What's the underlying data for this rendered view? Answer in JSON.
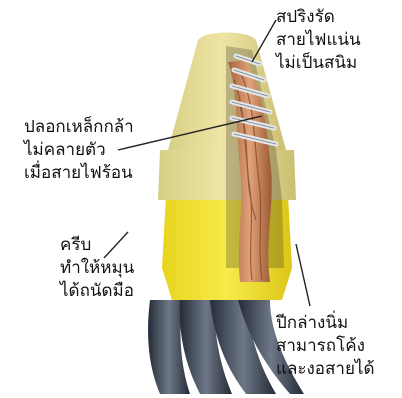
{
  "labels": {
    "spring": [
      "สปริงรัด",
      "สายไฟแน่น",
      "ไม่เป็นสนิม"
    ],
    "shell": [
      "ปลอกเหล็กกล้า",
      "ไม่คลายตัว",
      "เมื่อสายไฟร้อน"
    ],
    "ribs": [
      "ครีบ",
      "ทำให้หมุน",
      "ได้ถนัดมือ"
    ],
    "skirt": [
      "ปีกล่างนิ่ม",
      "สามารถโค้ง",
      "และงอสายได้"
    ]
  },
  "colors": {
    "cap_upper": "#e6dc93",
    "cap_skirt": "#f3e233",
    "copper": "#c9875a",
    "insulation": "#3a4352",
    "spring": "#cfd4da",
    "text": "#111111"
  }
}
